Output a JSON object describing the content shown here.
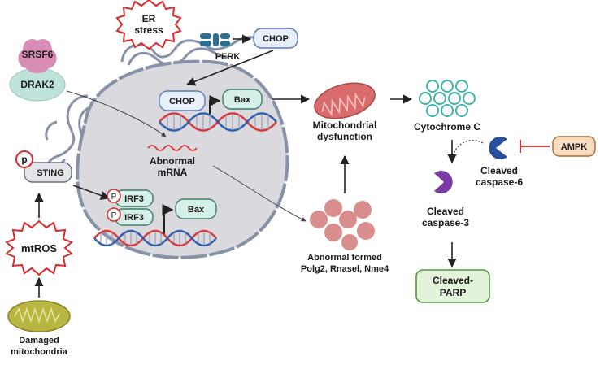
{
  "labels": {
    "er_stress": [
      "ER",
      "stress"
    ],
    "perk": "PERK",
    "chop_top": "CHOP",
    "srsf6": "SRSF6",
    "drak2": "DRAK2",
    "p_sting": "p",
    "sting": "STING",
    "chop_nuc": "CHOP",
    "bax_top": "Bax",
    "abnormal_mrna": [
      "Abnormal",
      "mRNA"
    ],
    "p_irf1": "P",
    "p_irf2": "P",
    "irf3_a": "IRF3",
    "irf3_b": "IRF3",
    "bax_bottom": "Bax",
    "mtros": "mtROS",
    "damaged_mito": [
      "Damaged",
      "mitochondria"
    ],
    "mito_dysfunction": [
      "Mitochondrial",
      "dysfunction"
    ],
    "cytochrome_c": "Cytochrome C",
    "abnormal_formed": [
      "Abnormal formed",
      "Polg2, Rnasel, Nme4"
    ],
    "cleaved_caspase6": [
      "Cleaved",
      "caspase-6"
    ],
    "ampk": "AMPK",
    "cleaved_caspase3": [
      "Cleaved",
      "caspase-3"
    ],
    "cleaved_parp": [
      "Cleaved-",
      "PARP"
    ]
  },
  "colors": {
    "nucleus_fill": "#d9d9de",
    "nucleus_stroke": "#8792a8",
    "er_stroke": "#8792a8",
    "box_blue_fill": "#e6effa",
    "box_blue_stroke": "#5a7bb5",
    "box_teal_fill": "#d7efe9",
    "box_teal_stroke": "#3d7f6e",
    "box_green_fill": "#e3f3d9",
    "box_green_stroke": "#4c9a3a",
    "box_orange_fill": "#f9dcbf",
    "box_orange_stroke": "#a86a33",
    "starburst": "#d92b2b",
    "srsf6": "#d88db4",
    "drak2": "#bfe3db",
    "dna_red": "#d63a3a",
    "dna_blue": "#2f5fae",
    "mito_red": "#d96b6b",
    "mito_olive": "#b8b540",
    "cytc": "#3fb5a7",
    "caspase6": "#2a4f9a",
    "caspase3": "#7a3aa3",
    "inhibit": "#d92b2b",
    "protein_clump": "#d98d8d"
  },
  "icons": {
    "er_stress": "starburst-icon",
    "mtros": "starburst-icon",
    "perk": "receptor-icon",
    "mitochondrion": "mitochondrion-icon",
    "cytochrome_c": "hexagon-cluster-icon",
    "caspase": "pacman-enzyme-icon",
    "dna": "double-helix-icon"
  }
}
